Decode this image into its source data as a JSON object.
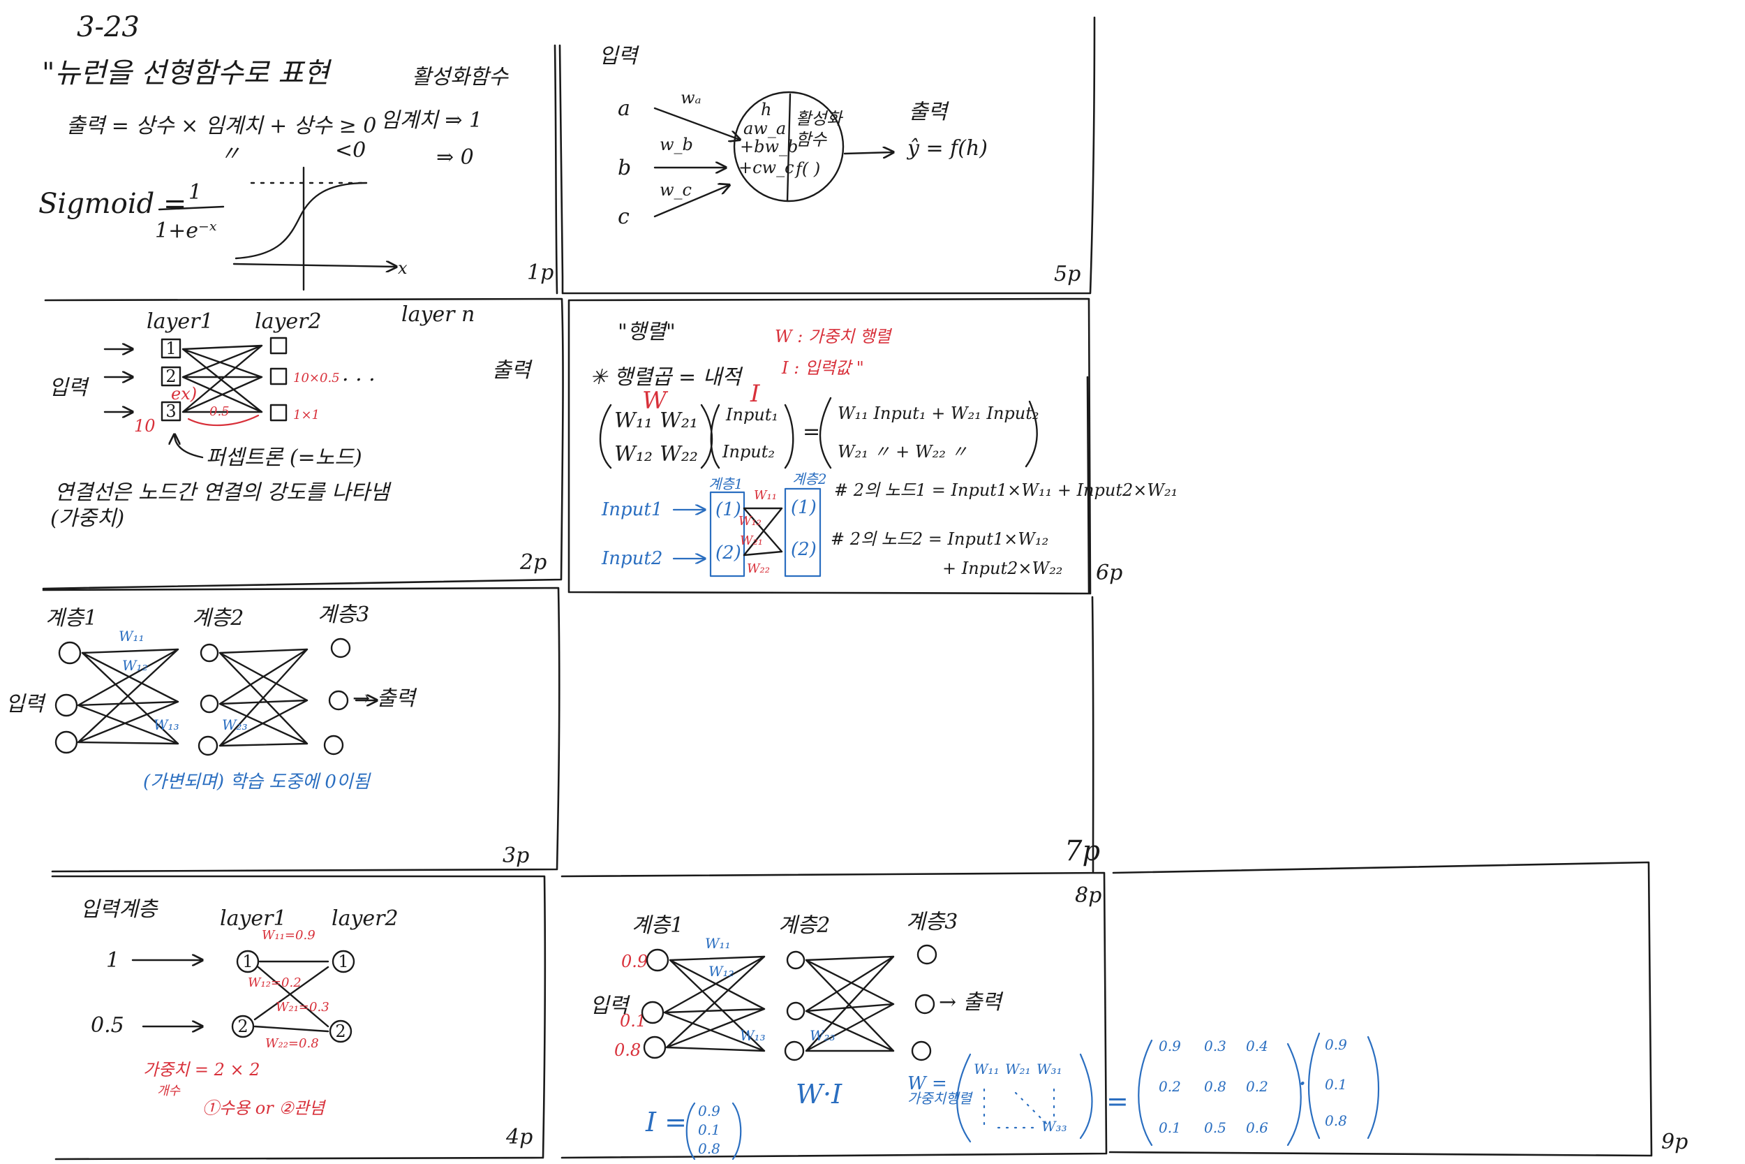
{
  "sheet": {
    "title": "3-23"
  },
  "panel1": {
    "heading": "\"뉴런을 선형함수로 표현",
    "activation_label": "활성화함수",
    "formula": "출력 = 상수 × 임계치 + 상수 ≥ 0",
    "formula_lt": "<0",
    "ditto": "〃",
    "threshold1": "임계치 ⇒ 1",
    "threshold0": "⇒ 0",
    "sigmoid_label": "Sigmoid =",
    "sigmoid_num": "1",
    "sigmoid_den": "1+e⁻ˣ",
    "axis_x": "x",
    "page": "1p"
  },
  "panel5": {
    "input_label": "입력",
    "inputs": [
      "a",
      "b",
      "c"
    ],
    "weights": [
      "wₐ",
      "w_b",
      "w_c"
    ],
    "sum_top": "h",
    "sum_lines": [
      "aw_a",
      "+bw_b",
      "+cw_c"
    ],
    "act_lines": [
      "활성화",
      "함수",
      "f( )"
    ],
    "output_label": "출력",
    "output_formula": "ŷ = f(h)",
    "page": "5p"
  },
  "panel2": {
    "layers": [
      "layer1",
      "layer2",
      "layer n"
    ],
    "input_label": "입력",
    "output_label": "출력",
    "nodes": [
      "1",
      "2",
      "3"
    ],
    "ex_label": "ex)",
    "ex_value": "10",
    "ex_weight": "0.5",
    "l2_labels": [
      "10×0.5",
      "1×1"
    ],
    "dots": ". . .",
    "perceptron": "퍼셉트론 (=노드)",
    "line1": "연결선은 노드간 연결의 강도를 나타냄",
    "line2": "(가중치)",
    "page": "2p"
  },
  "panel6": {
    "heading": "\"행렬\"",
    "legend_w": "W : 가중치 행렬",
    "legend_i": "I : 입력값 \"",
    "rule": "✳ 행렬곱 = 내적",
    "W": "W",
    "I": "I",
    "matrix_w": [
      "W₁₁",
      "W₂₁",
      "W₁₂",
      "W₂₂"
    ],
    "matrix_i": [
      "Input₁",
      "Input₂"
    ],
    "result_row1": "W₁₁ Input₁ + W₂₁ Input₂",
    "result_row2": "W₂₁  〃      + W₂₂  〃",
    "inputs": [
      "Input1",
      "Input2"
    ],
    "layer_labels": [
      "계층1",
      "계층2"
    ],
    "node_labels": [
      "(1)",
      "(2)"
    ],
    "w_labels": [
      "W₁₁",
      "W₁₂",
      "W₂₁",
      "W₂₂"
    ],
    "note1": "# 2의 노드1 = Input1×W₁₁ + Input2×W₂₁",
    "note2": "# 2의 노드2 = Input1×W₁₂",
    "note3": "+ Input2×W₂₂",
    "page": "6p"
  },
  "panel3": {
    "layers": [
      "계층1",
      "계층2",
      "계층3"
    ],
    "input_label": "입력",
    "output_label": "→ 출력",
    "weights": [
      "W₁₁",
      "W₁₂",
      "W₁₃",
      "W₂₃"
    ],
    "note": "(가변되며) 학습 도중에 0이됨",
    "page": "3p"
  },
  "panel7": {
    "page": "7p"
  },
  "panel4": {
    "title": "입력계층",
    "layers": [
      "layer1",
      "layer2"
    ],
    "inputs": [
      "1",
      "0.5"
    ],
    "weights": [
      "W₁₁=0.9",
      "W₁₂=0.2",
      "W₂₁=0.3",
      "W₂₂=0.8"
    ],
    "note1": "가중치 = 2 × 2",
    "note1b": "개수",
    "note2": "①수용 or ②관념",
    "page": "4p"
  },
  "panel8": {
    "layers": [
      "계층1",
      "계층2",
      "계층3"
    ],
    "input_label": "입력",
    "output_label": "→ 출력",
    "node_values": [
      "0.9",
      "0.1",
      "0.8"
    ],
    "weights": [
      "W₁₁",
      "W₁₂",
      "W₁₃",
      "W₂₃"
    ],
    "I_label": "I =",
    "I_values": [
      "0.9",
      "0.1",
      "0.8"
    ],
    "WI": "W·I",
    "W_label": "W =",
    "W_sub": "가중치행렬",
    "W_matrix": [
      "W₁₁",
      "W₂₁",
      "W₃₁",
      "W₃₃"
    ],
    "equals": "=",
    "matrix_vals": [
      [
        "0.9",
        "0.3",
        "0.4"
      ],
      [
        "0.2",
        "0.8",
        "0.2"
      ],
      [
        "0.1",
        "0.5",
        "0.6"
      ]
    ],
    "dot": "·",
    "vector_vals": [
      "0.9",
      "0.1",
      "0.8"
    ],
    "page": "8p"
  },
  "panel9": {
    "page": "9p"
  }
}
